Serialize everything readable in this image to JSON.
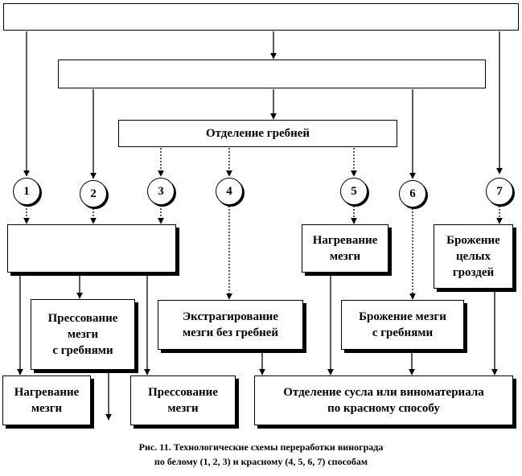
{
  "boxes": {
    "top": "",
    "second": "",
    "stem_removal": "Отделение гребней",
    "white_group": "",
    "heating_left": "Нагревание\nмезги",
    "pressing_with_stems": "Прессование\nмезги\nс гребнями",
    "pressing": "Прессование\nмезги",
    "extraction": "Экстрагирование\nмезги без гребней",
    "heating_right": "Нагревание\nмезги",
    "fermentation_with_stems": "Брожение мезги\nс гребнями",
    "whole_cluster_fermentation": "Брожение\nцелых\nгроздей",
    "red_separation": "Отделение сусла или виноматериала\nпо красному способу"
  },
  "circles": [
    "1",
    "2",
    "3",
    "4",
    "5",
    "6",
    "7"
  ],
  "caption": {
    "line1": "Рис. 11. Технологические  схемы переработки винограда",
    "line2": "по белому (1, 2, 3) и красному (4, 5, 6, 7) способам"
  }
}
